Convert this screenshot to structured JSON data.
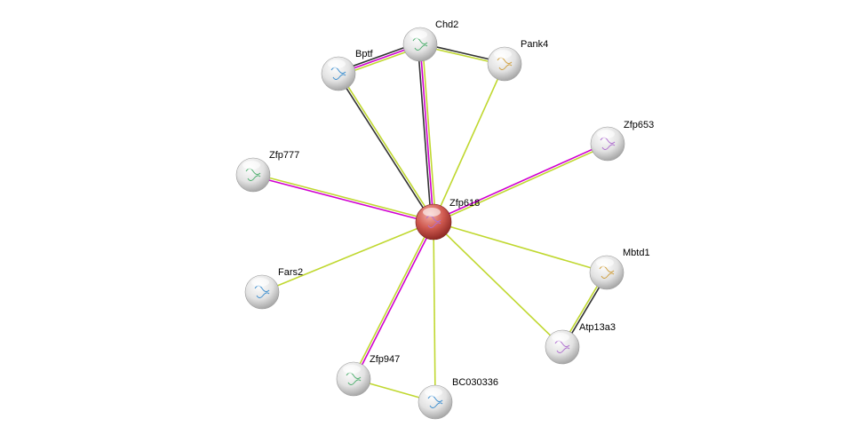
{
  "colors": {
    "black": "#333333",
    "magenta": "#d000d0",
    "yellowgreen": "#c0d830",
    "center": "#c84040",
    "node": "#e8e8e8"
  },
  "nodes": [
    {
      "id": "Zfp618",
      "center": true
    },
    {
      "id": "Chd2"
    },
    {
      "id": "Bptf"
    },
    {
      "id": "Pank4"
    },
    {
      "id": "Zfp653"
    },
    {
      "id": "Zfp777"
    },
    {
      "id": "Fars2"
    },
    {
      "id": "Mbtd1"
    },
    {
      "id": "Atp13a3"
    },
    {
      "id": "Zfp947"
    },
    {
      "id": "BC030336"
    }
  ],
  "edges": [
    {
      "a": "Zfp618",
      "b": "Chd2",
      "types": [
        "black",
        "magenta",
        "yellowgreen"
      ]
    },
    {
      "a": "Zfp618",
      "b": "Bptf",
      "types": [
        "black",
        "yellowgreen"
      ]
    },
    {
      "a": "Bptf",
      "b": "Chd2",
      "types": [
        "black",
        "magenta",
        "yellowgreen"
      ]
    },
    {
      "a": "Chd2",
      "b": "Pank4",
      "types": [
        "black",
        "yellowgreen"
      ]
    },
    {
      "a": "Zfp618",
      "b": "Pank4",
      "types": [
        "yellowgreen"
      ]
    },
    {
      "a": "Zfp618",
      "b": "Zfp653",
      "types": [
        "magenta",
        "yellowgreen"
      ]
    },
    {
      "a": "Zfp618",
      "b": "Zfp777",
      "types": [
        "magenta",
        "yellowgreen"
      ]
    },
    {
      "a": "Zfp618",
      "b": "Fars2",
      "types": [
        "yellowgreen"
      ]
    },
    {
      "a": "Zfp618",
      "b": "Mbtd1",
      "types": [
        "yellowgreen"
      ]
    },
    {
      "a": "Zfp618",
      "b": "Atp13a3",
      "types": [
        "yellowgreen"
      ]
    },
    {
      "a": "Mbtd1",
      "b": "Atp13a3",
      "types": [
        "black",
        "yellowgreen"
      ]
    },
    {
      "a": "Zfp618",
      "b": "Zfp947",
      "types": [
        "magenta",
        "yellowgreen"
      ]
    },
    {
      "a": "Zfp618",
      "b": "BC030336",
      "types": [
        "yellowgreen"
      ]
    },
    {
      "a": "Zfp947",
      "b": "BC030336",
      "types": [
        "yellowgreen"
      ]
    }
  ]
}
